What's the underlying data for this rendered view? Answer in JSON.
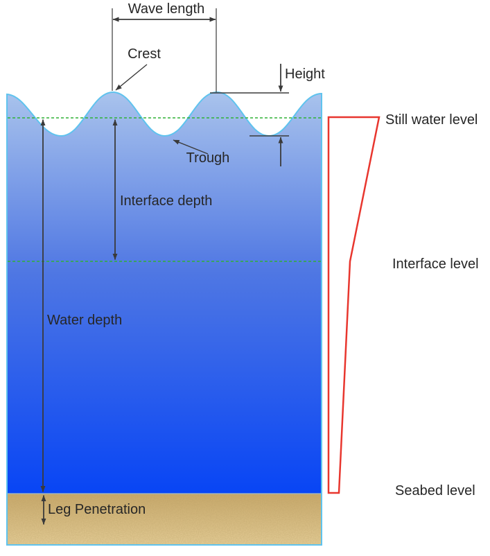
{
  "diagram": {
    "wave": {
      "wave_length_label": "Wave length",
      "crest_label": "Crest",
      "height_label": "Height",
      "trough_label": "Trough"
    },
    "depths": {
      "interface_depth_label": "Interface depth",
      "water_depth_label": "Water depth",
      "leg_penetration_label": "Leg Penetration"
    },
    "levels": {
      "still_water_label": "Still water level",
      "interface_label": "Interface level",
      "seabed_label": "Seabed level"
    },
    "colors": {
      "water_top": "#a9c3ec",
      "water_mid": "#4f77e3",
      "water_bottom": "#0845f5",
      "sand_top": "#c9a96b",
      "sand_bottom": "#e8d09a",
      "outline": "#5fc3ee",
      "seabed_edge": "#a8bfc6",
      "level_line": "#2eb135",
      "profile_line": "#e8362e",
      "dimension_line": "#3a3a3a",
      "text": "#262626"
    }
  }
}
